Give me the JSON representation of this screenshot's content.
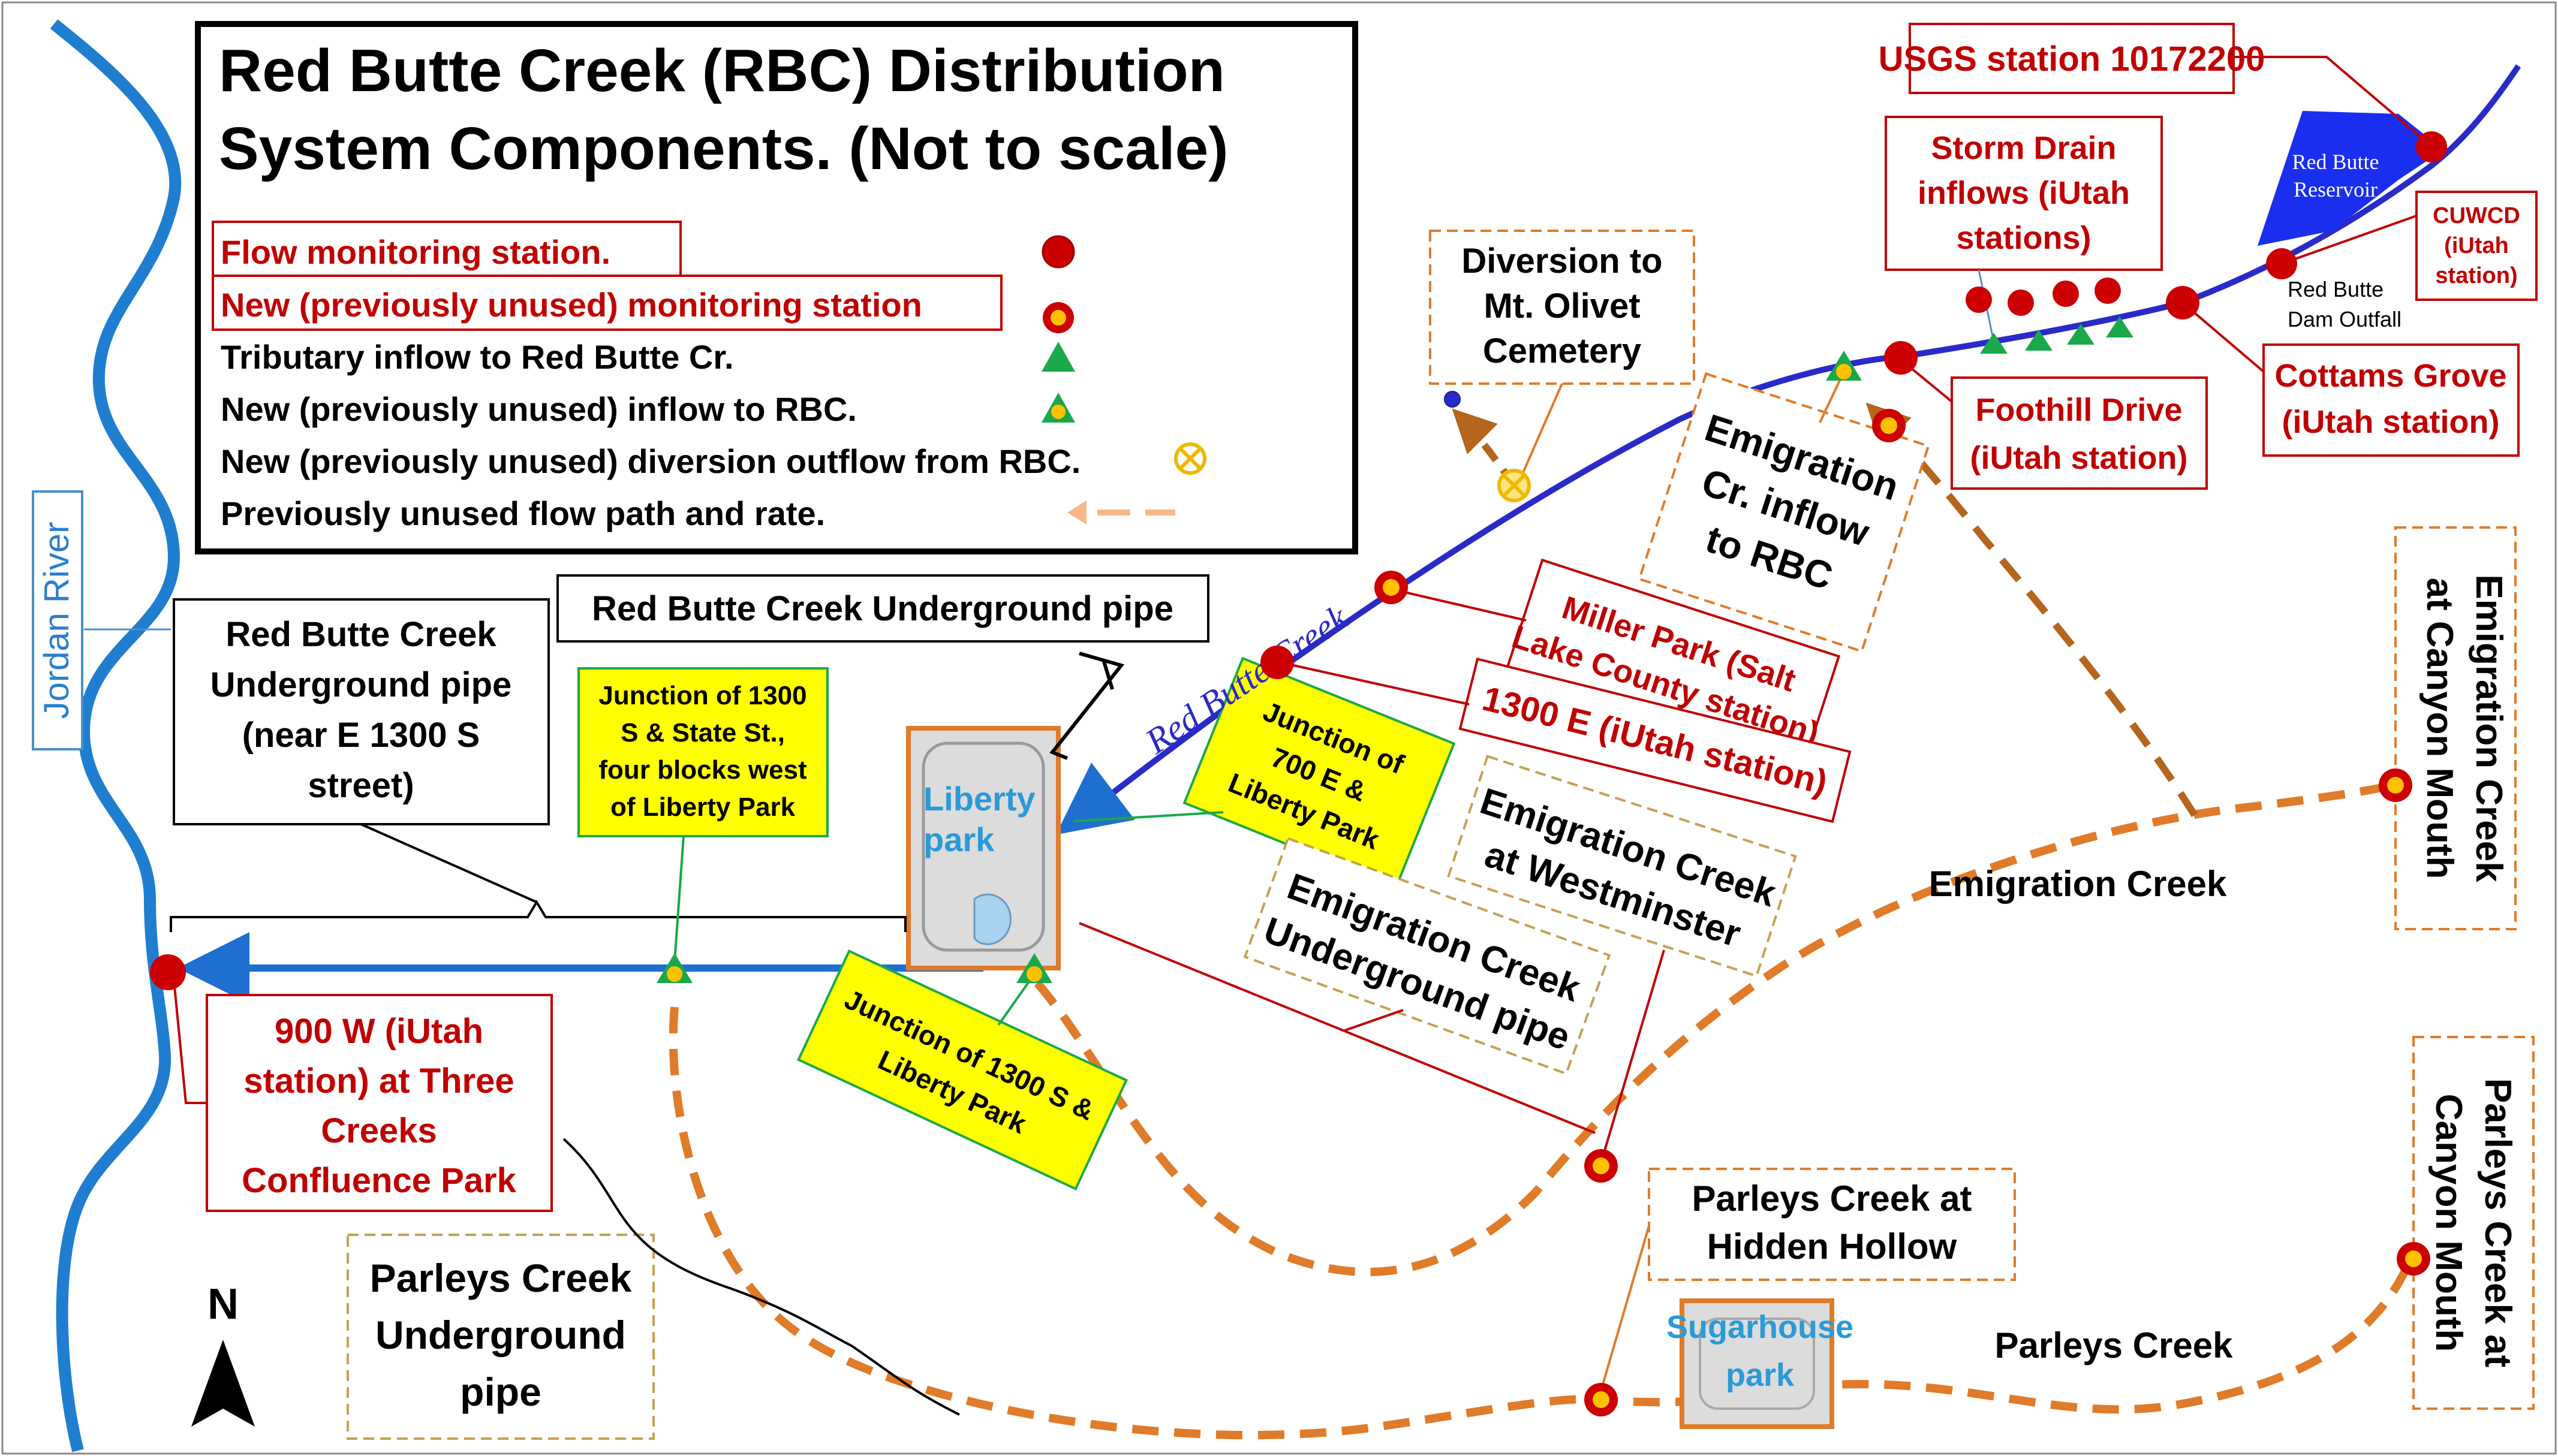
{
  "colors": {
    "river_blue": "#1f7ed0",
    "rbc_line": "#2a2ac8",
    "pipe_blue": "#1f6fd0",
    "orange": "#e07b2a",
    "brown": "#b5651d",
    "dark_red": "#c00000",
    "station_red": "#cc0000",
    "yellow": "#ffff00",
    "green": "#1aa84b",
    "tan_border": "#c8a050",
    "reservoir_blue": "#1a2ef0"
  },
  "legend": {
    "title_line1": "Red Butte Creek (RBC) Distribution",
    "title_line2": "System Components. (Not to scale)",
    "items": [
      {
        "label": "Flow monitoring station.",
        "symbol": "red-dot-icon"
      },
      {
        "label": "New (previously unused) monitoring station",
        "symbol": "red-yellow-dot-icon"
      },
      {
        "label": "Tributary inflow to Red Butte Cr.",
        "symbol": "green-triangle-icon"
      },
      {
        "label": "New (previously unused) inflow to RBC.",
        "symbol": "yellow-green-triangle-icon"
      },
      {
        "label": "New (previously unused) diversion outflow from RBC.",
        "symbol": "diversion-circle-icon"
      },
      {
        "label": "Previously unused flow path and rate.",
        "symbol": "dashed-arrow-icon"
      }
    ]
  },
  "labels": {
    "jordan_river": "Jordan River",
    "rbc_pipe_near": [
      "Red Butte Creek",
      "Underground pipe",
      "(near E 1300 S",
      "street)"
    ],
    "rbc_pipe": "Red Butte Creek Underground pipe",
    "junction_state": [
      "Junction of 1300",
      "S & State St.,",
      "four blocks west",
      "of Liberty Park"
    ],
    "liberty_park": [
      "Liberty",
      "park"
    ],
    "junction_700e": [
      "Junction of",
      "700 E &",
      "Liberty Park"
    ],
    "junction_1300s": [
      "Junction of 1300 S &",
      "Liberty Park"
    ],
    "red_butte_creek": "Red Butte Creek",
    "nine_hundred_w": [
      "900 W (iUtah",
      "station) at Three",
      "Creeks",
      "Confluence Park"
    ],
    "parleys_pipe": [
      "Parleys Creek",
      "Underground",
      "pipe"
    ],
    "north": "N",
    "diversion": [
      "Diversion to",
      "Mt. Olivet",
      "Cemetery"
    ],
    "emigration_inflow": [
      "Emigration",
      "Cr. inflow",
      "to RBC"
    ],
    "miller_park": [
      "Miller Park (Salt",
      "Lake County station)"
    ],
    "e1300": "1300 E (iUtah station)",
    "emig_westminster": [
      "Emigration Creek",
      "at Westminster"
    ],
    "emig_underground": [
      "Emigration Creek",
      "Underground pipe"
    ],
    "emigration_creek": "Emigration Creek",
    "emig_canyon": [
      "Emigration Creek",
      "at Canyon Mouth"
    ],
    "parleys_canyon": [
      "Parleys Creek at",
      "Canyon Mouth"
    ],
    "parleys_hidden": [
      "Parleys Creek at",
      "Hidden Hollow"
    ],
    "parleys_creek": "Parleys Creek",
    "sugarhouse": [
      "Sugarhouse",
      "park"
    ],
    "usgs": "USGS station 10172200",
    "storm_drain": [
      "Storm Drain",
      "inflows (iUtah",
      "stations)"
    ],
    "reservoir": [
      "Red Butte",
      "Reservoir"
    ],
    "cuwcd": [
      "CUWCD",
      "(iUtah",
      "station)"
    ],
    "dam_outfall": [
      "Red Butte",
      "Dam Outfall"
    ],
    "foothill": [
      "Foothill Drive",
      "(iUtah station)"
    ],
    "cottams": [
      "Cottams Grove",
      "(iUtah station)"
    ]
  }
}
